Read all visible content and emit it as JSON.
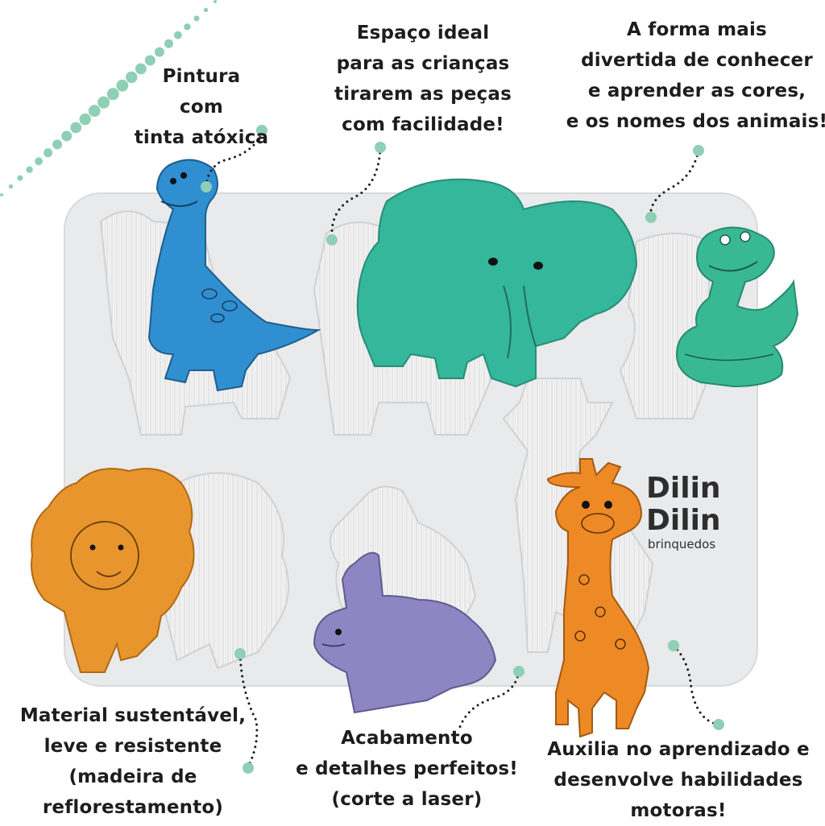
{
  "callouts": {
    "paint": [
      "Pintura",
      "com",
      "tinta atóxica"
    ],
    "space": [
      "Espaço ideal",
      "para as crianças",
      "tirarem as peças",
      "com facilidade!"
    ],
    "learn": [
      "A forma mais",
      "divertida de conhecer",
      "e aprender as cores,",
      "e os nomes dos animais!"
    ],
    "material": [
      "Material sustentável,",
      "leve e resistente",
      "(madeira de",
      "reflorestamento)"
    ],
    "finish": [
      "Acabamento",
      "e detalhes perfeitos!",
      "(corte a laser)"
    ],
    "skills": [
      "Auxilia no aprendizado e",
      "desenvolve habilidades",
      "motoras!"
    ]
  },
  "logo": {
    "line1": "Dilin",
    "line2": "Dilin",
    "line3": "brinquedos"
  },
  "colors": {
    "board": "#e8eaec",
    "slot": "#f4f4f4",
    "dino": "#2f8fd1",
    "elephant": "#34b79a",
    "snake": "#39b894",
    "lion": "#e9952d",
    "rabbit": "#8d86c2",
    "giraffe": "#ee8a26",
    "dots": "#8ecfb6"
  }
}
